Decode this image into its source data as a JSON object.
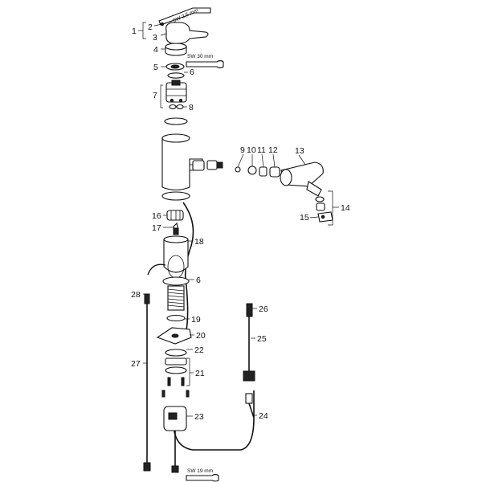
{
  "callouts": {
    "p1": "1",
    "p2": "2",
    "p3": "3",
    "p4": "4",
    "p5": "5",
    "p6a": "6",
    "p7": "7",
    "p8": "8",
    "p9": "9",
    "p10": "10",
    "p11": "11",
    "p12": "12",
    "p13": "13",
    "p14": "14",
    "p15": "15",
    "p16": "16",
    "p17": "17",
    "p18": "18",
    "p6b": "6",
    "p19": "19",
    "p20": "20",
    "p21": "21",
    "p22": "22",
    "p23": "23",
    "p24": "24",
    "p25": "25",
    "p26": "26",
    "p27": "27",
    "p28": "28"
  },
  "tools": {
    "hex_key": "SW 2,5 mm",
    "wrench_top": "SW 30 mm",
    "wrench_bottom": "SW 19 mm"
  }
}
